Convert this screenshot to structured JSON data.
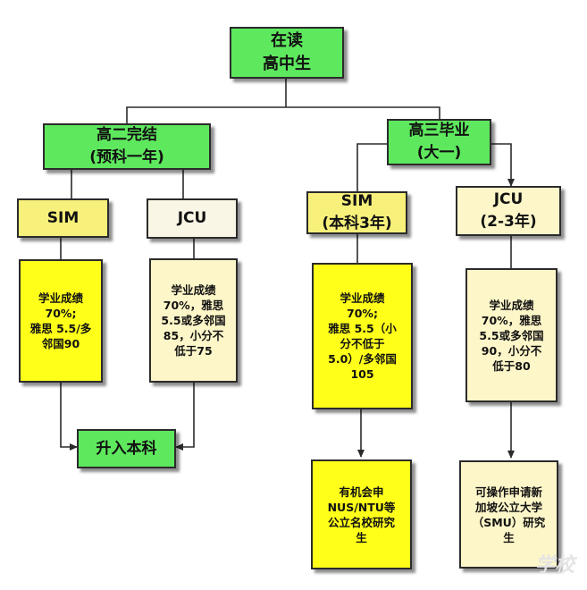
{
  "nodes": {
    "root": "在读\n高中生",
    "gao2": "高二完结\n(预科一年)",
    "gao3": "高三毕业\n(大一)",
    "sim_left": "SIM",
    "jcu_left": "JCU",
    "sim_right": "SIM\n(本科3年)",
    "jcu_right": "JCU\n(2-3年)",
    "req_sim_left": "学业成绩\n70%;\n雅思 5.5/多\n邻国90",
    "req_jcu_left": "学业成绩\n70%，雅思\n5.5或多邻国\n85，小分不\n低于75",
    "req_sim_right": "学业成绩\n70%;\n雅思 5.5（小\n分不低于\n5.0）/多邻国\n105",
    "req_jcu_right": "学业成绩\n70%，雅思\n5.5或多邻国\n90，小分不\n低于80",
    "upgrade": "升入本科",
    "outcome_sim": "有机会申\nNUS/NTU等\n公立名校研究\n生",
    "outcome_jcu": "可操作申请新\n加坡公立大学\n（SMU）研究\n生"
  },
  "watermark": "学校",
  "colors": {
    "green": "#5ee85e",
    "yellow": "#ffff1a",
    "cream": "#fdf6c8",
    "line": "#2b2b2b"
  }
}
